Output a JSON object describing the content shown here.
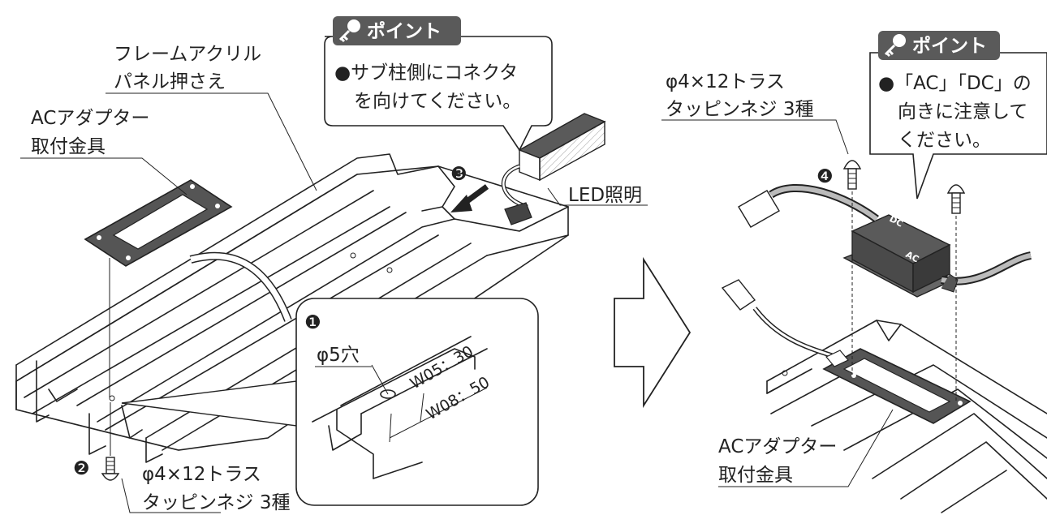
{
  "left": {
    "frame_label_1": "フレームアクリル",
    "frame_label_2": "パネル押さえ",
    "bracket_label_1": "ACアダプター",
    "bracket_label_2": "取付金具",
    "point_tag": "ポイント",
    "point_line_1": "●サブ柱側にコネクタ",
    "point_line_2": "を向けてください。",
    "step3": "❸",
    "led_label": "LED照明",
    "step1": "❶",
    "hole_label": "φ5穴",
    "mark_w05": "W05：30",
    "mark_w08": "W08：50",
    "step2": "❷",
    "screw_label_1": "φ4×12トラス",
    "screw_label_2": "タッピンネジ 3種"
  },
  "right": {
    "point_tag": "ポイント",
    "point_line_1": "●「AC」「DC」の",
    "point_line_2": "向きに注意して",
    "point_line_3": "ください。",
    "screw_label_1": "φ4×12トラス",
    "screw_label_2": "タッピンネジ 3種",
    "step4": "❹",
    "dc_mark": "DC",
    "ac_mark": "AC",
    "bracket_label_1": "ACアダプター",
    "bracket_label_2": "取付金具"
  },
  "colors": {
    "tag_bg": "#5a5a5a",
    "line": "#222222",
    "part_dark": "#4a4a4a",
    "part_mid": "#bdbdbd"
  },
  "icons": [
    "key-icon",
    "arrow-right-icon"
  ]
}
